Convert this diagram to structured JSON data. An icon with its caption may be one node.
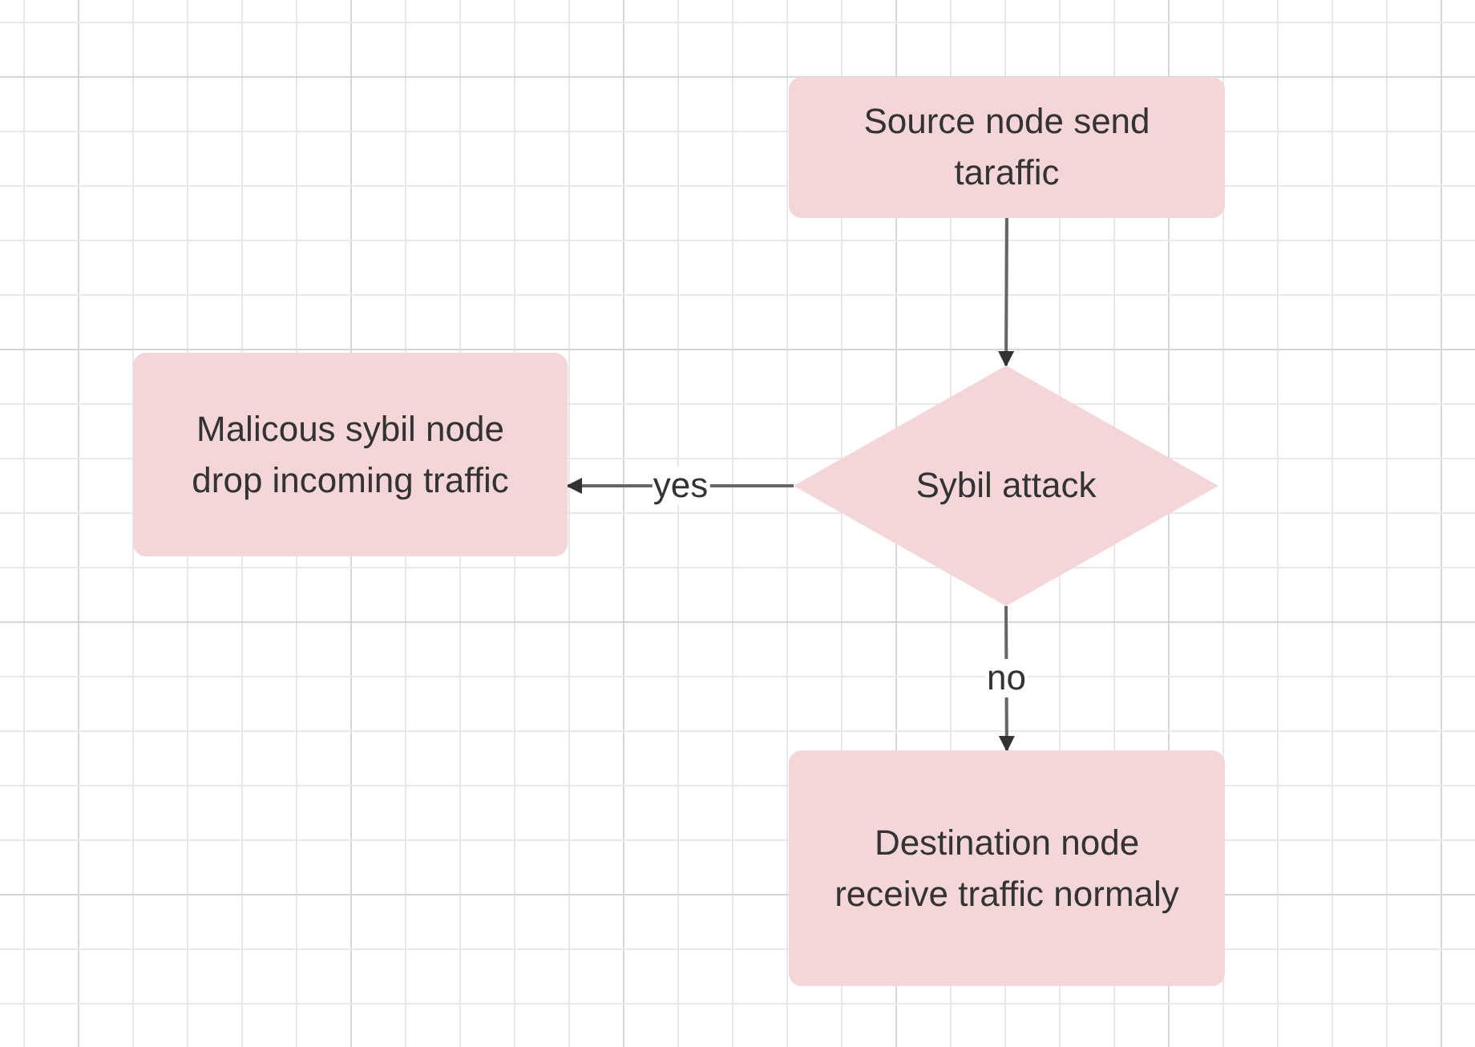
{
  "diagram": {
    "nodes": [
      {
        "text": [
          "Source node send taraffic"
        ]
      },
      {
        "text": [
          "Malicous sybil node drop incoming traffic"
        ]
      },
      {
        "text": [
          "Sybil attack"
        ]
      },
      {
        "text": [
          "Destination node receive traffic normaly"
        ]
      }
    ],
    "edges": [
      {
        "from": 0,
        "to": 2,
        "arrow": "to"
      },
      {
        "from": 2,
        "to": 1,
        "arrow": "to",
        "label": "yes"
      },
      {
        "from": 2,
        "to": 3,
        "arrow": "to",
        "label": "no"
      }
    ]
  }
}
